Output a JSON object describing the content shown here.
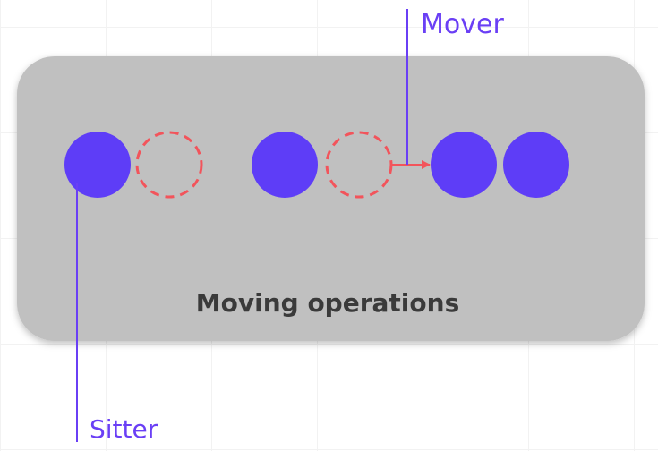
{
  "labels": {
    "caption": "Moving operations",
    "mover": "Mover",
    "sitter": "Sitter"
  },
  "colors": {
    "box_fill": "#c0c0c0",
    "circle_fill": "#5e3df7",
    "ghost_stroke": "#f2545b",
    "label_color": "#6a3ff5",
    "caption_color": "#3a3a3a"
  }
}
